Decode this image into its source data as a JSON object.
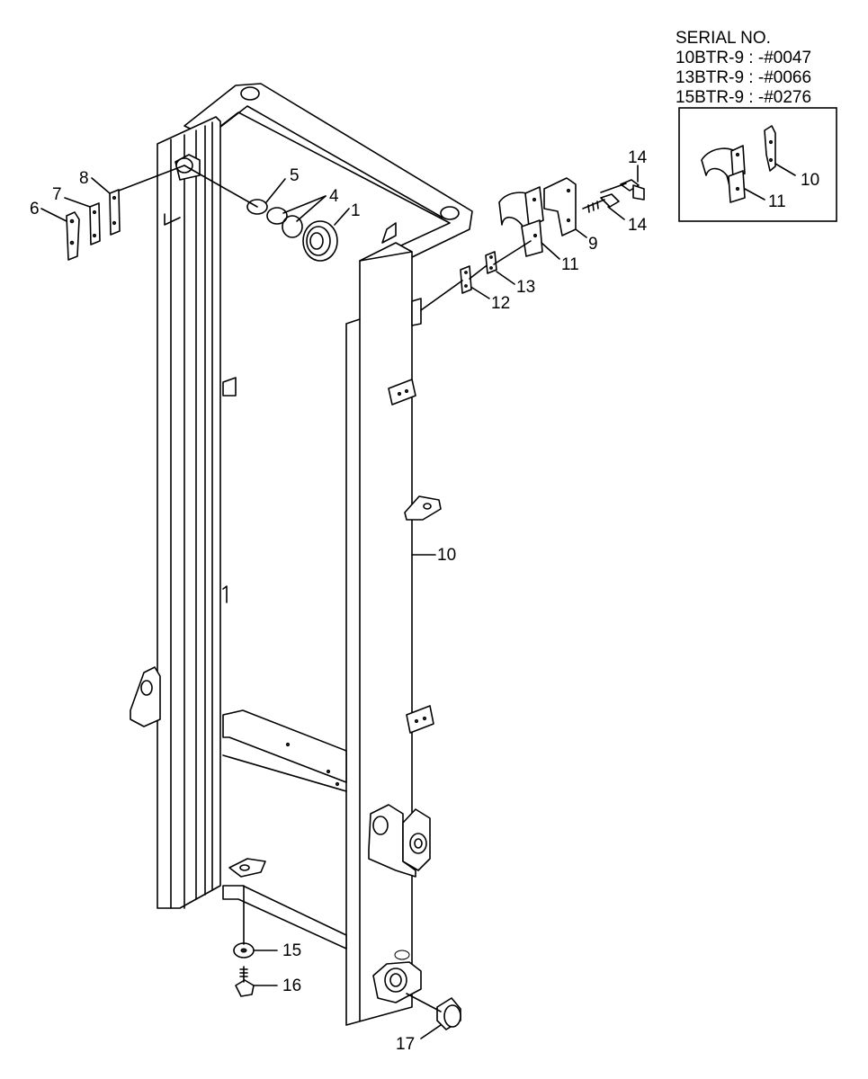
{
  "serial": {
    "heading": "SERIAL NO.",
    "lines": [
      "10BTR-9 : -#0047",
      "13BTR-9 : -#0066",
      "15BTR-9 : -#0276"
    ]
  },
  "inset": {
    "labels": [
      "10",
      "11"
    ]
  },
  "callouts": [
    "1",
    "4",
    "5",
    "6",
    "7",
    "8",
    "9",
    "10",
    "11",
    "12",
    "13",
    "14",
    "14",
    "15",
    "16",
    "17"
  ]
}
